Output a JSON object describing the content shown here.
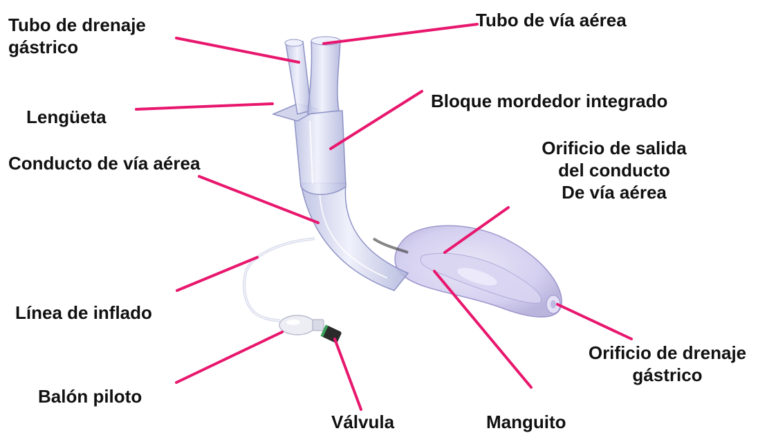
{
  "colors": {
    "leader": "#e8176e",
    "text": "#111111",
    "device_plastic": "#c9ccea",
    "device_edge": "#8e92c4",
    "valve_dark": "#2a2a2a",
    "valve_green": "#3aa05a"
  },
  "labels": {
    "tubo_drenaje_gastrico": [
      "Tubo de drenaje",
      "gástrico"
    ],
    "tubo_via_aerea": "Tubo de vía aérea",
    "lengueta": "Lengüeta",
    "bloque_mordedor": "Bloque mordedor integrado",
    "conducto_via_aerea": "Conducto de vía aérea",
    "orificio_salida": [
      "Orificio de salida",
      "del conducto",
      "De vía aérea"
    ],
    "linea_inflado": "Línea de inflado",
    "balon_piloto": "Balón piloto",
    "valvula": "Válvula",
    "manguito": "Manguito",
    "orificio_drenaje": [
      "Orificio de drenaje",
      "gástrico"
    ]
  }
}
